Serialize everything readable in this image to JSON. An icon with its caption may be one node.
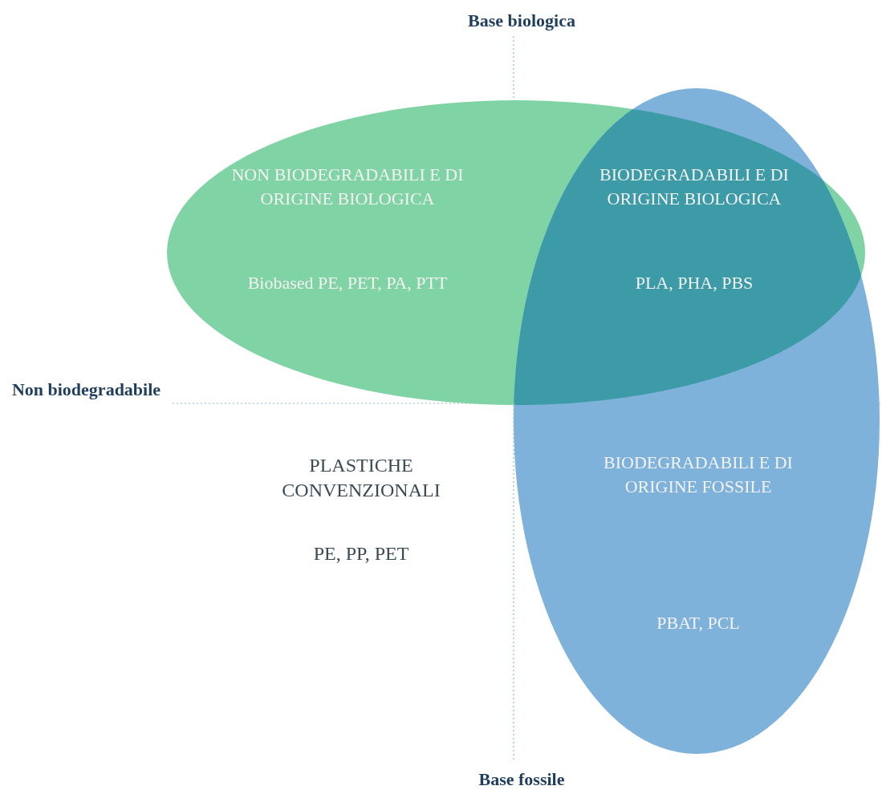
{
  "diagram": {
    "nodes": [
      {
        "text": [
          "NON  BIODEGRADABILI E DI ORIGINE BIOLOGICA",
          "Biobased PE, PET, PA, PTT"
        ]
      },
      {
        "text": [
          "BIODEGRADABILI E DI ORIGINE BIOLOGICA",
          "PLA, PHA, PBS"
        ]
      },
      {
        "text": [
          "BIODEGRADABILI E DI ORIGINE FOSSILE",
          "PBAT, PCL"
        ]
      }
    ],
    "edges": [],
    "labels": [
      "Base  biologica",
      "Non biodegradabile",
      "PLASTICHE CONVENZIONALI",
      "PE, PP, PET",
      "Base  fossile"
    ]
  }
}
